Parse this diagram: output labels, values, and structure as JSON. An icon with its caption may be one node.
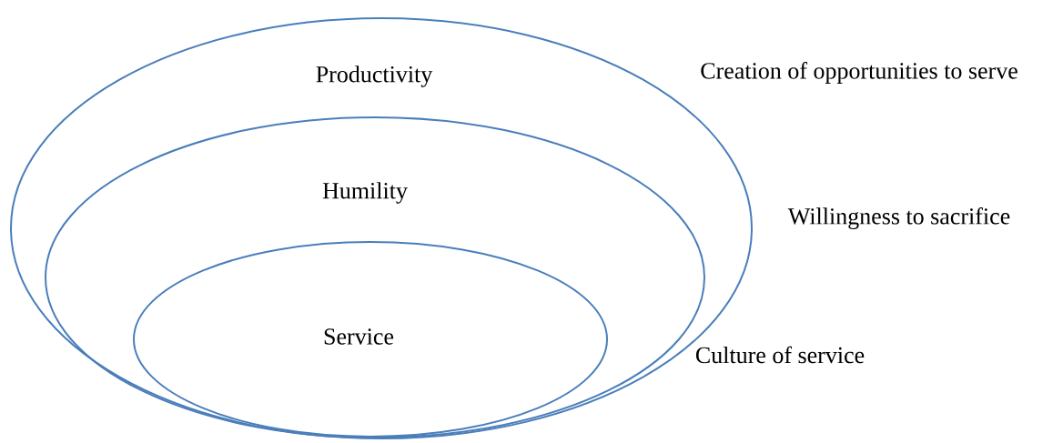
{
  "diagram": {
    "nodes": [
      {
        "text": [
          "Productivity"
        ],
        "beside": [
          "Creation of opportunities to serve"
        ]
      },
      {
        "text": [
          "Humility"
        ],
        "beside": [
          "Willingness to sacrifice"
        ],
        "in": 0
      },
      {
        "text": [
          "Service"
        ],
        "beside": [
          "Culture of service"
        ],
        "in": 1
      }
    ]
  }
}
